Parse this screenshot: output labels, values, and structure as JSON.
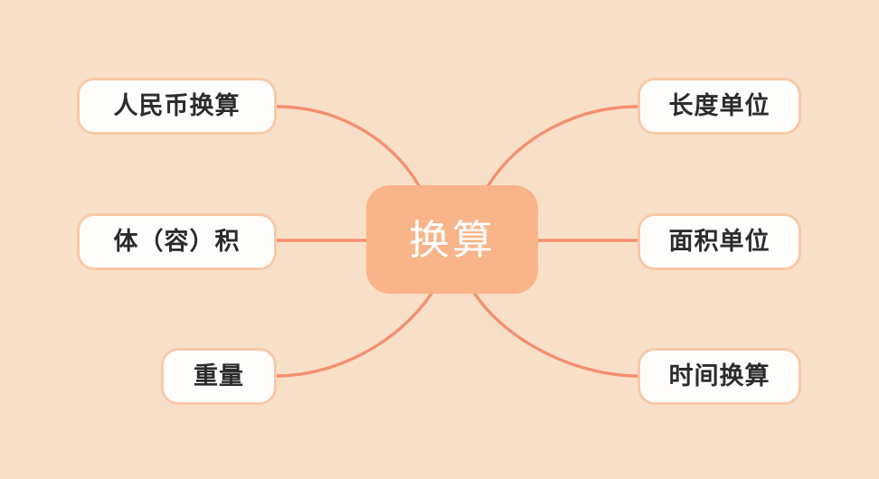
{
  "diagram": {
    "type": "mind-map",
    "background_color": "#f8dfc8",
    "center": {
      "label": "换算",
      "fill_color": "#fab48a",
      "text_color": "#ffffff"
    },
    "connector_color": "#f3825f",
    "branches": [
      {
        "id": "rmb",
        "label": "人民币换算",
        "side": "left",
        "row": "top"
      },
      {
        "id": "volume",
        "label": "体（容）积",
        "side": "left",
        "row": "middle"
      },
      {
        "id": "weight",
        "label": "重量",
        "side": "left",
        "row": "bottom"
      },
      {
        "id": "length",
        "label": "长度单位",
        "side": "right",
        "row": "top"
      },
      {
        "id": "area",
        "label": "面积单位",
        "side": "right",
        "row": "middle"
      },
      {
        "id": "time",
        "label": "时间换算",
        "side": "right",
        "row": "bottom"
      }
    ],
    "node_style": {
      "fill_color": "#fffdfc",
      "border_color": "#f9c8a7",
      "text_color": "#2c2c2c"
    }
  }
}
